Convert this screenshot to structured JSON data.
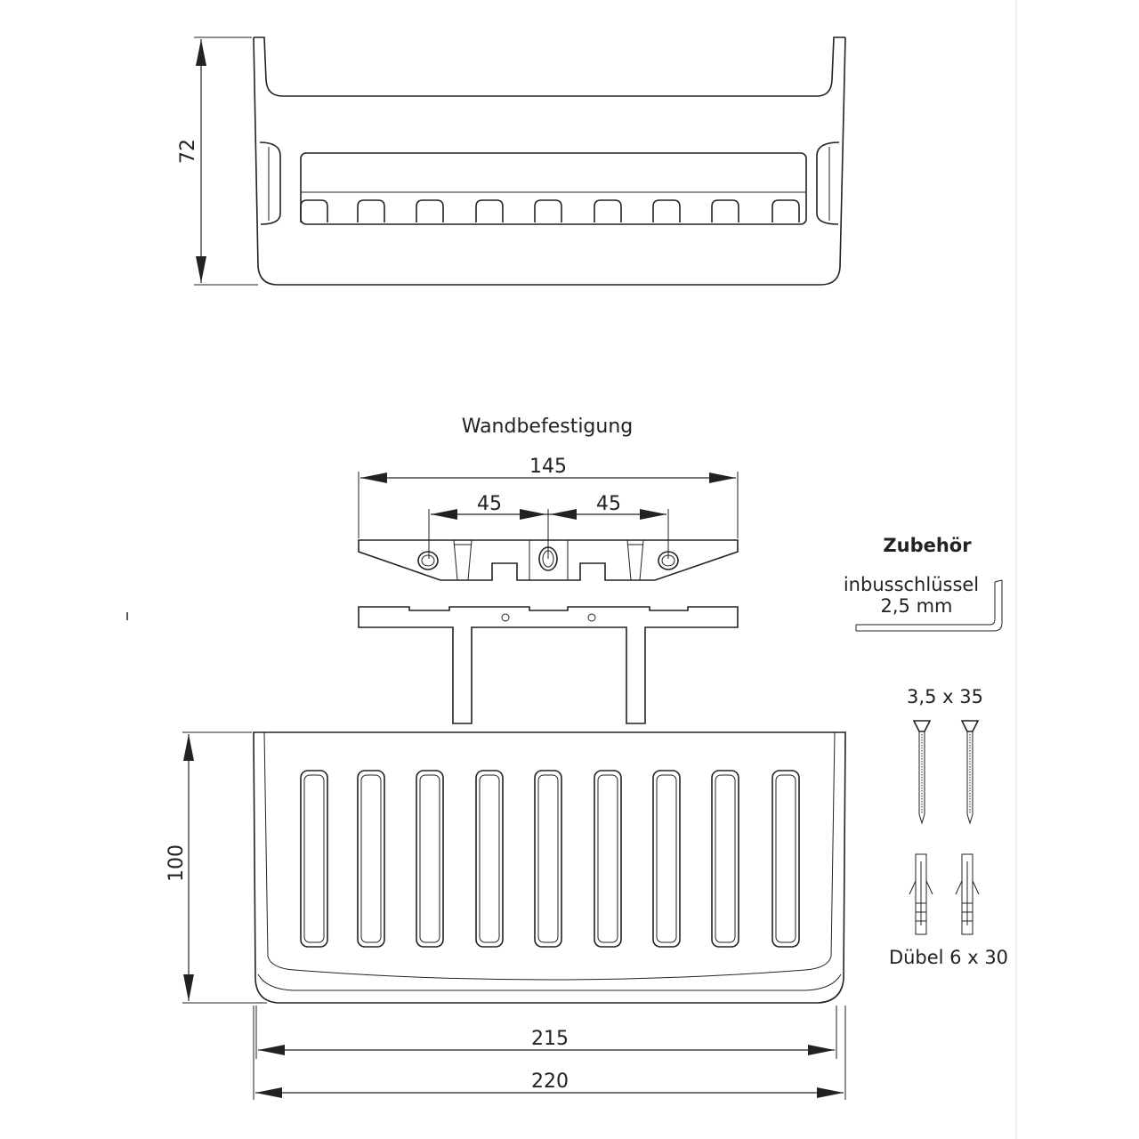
{
  "top_view": {
    "height_dim": "72"
  },
  "wall_mount": {
    "title": "Wandbefestigung",
    "overall_dim": "145",
    "spacing_left_dim": "45",
    "spacing_right_dim": "45"
  },
  "accessories": {
    "title": "Zubehör",
    "hex_key_name": "inbusschlüssel",
    "hex_key_size": "2,5 mm",
    "screw_size": "3,5 x 35",
    "dowel_label": "Dübel 6 x 30"
  },
  "plan_view": {
    "depth_dim": "100",
    "inner_width_dim": "215",
    "outer_width_dim": "220"
  }
}
